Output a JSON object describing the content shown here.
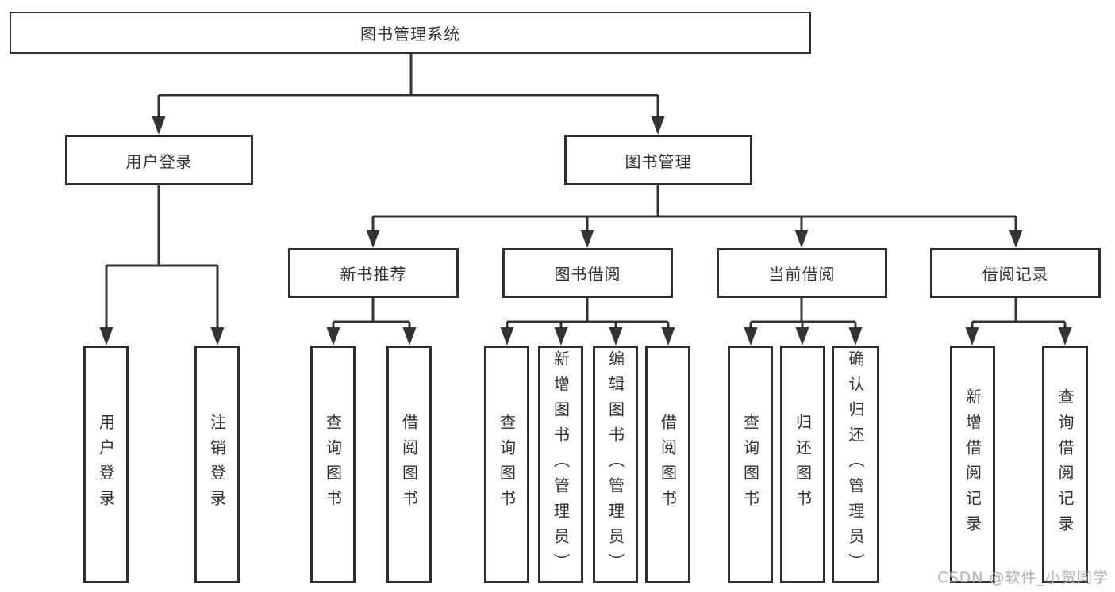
{
  "diagram": {
    "root": {
      "label": "图书管理系统"
    },
    "level2": [
      {
        "label": "用户登录",
        "children": [
          {
            "label": "用户登录"
          },
          {
            "label": "注销登录"
          }
        ]
      },
      {
        "label": "图书管理",
        "sections": [
          {
            "label": "新书推荐",
            "children": [
              {
                "label": "查询图书"
              },
              {
                "label": "借阅图书"
              }
            ]
          },
          {
            "label": "图书借阅",
            "children": [
              {
                "label": "查询图书"
              },
              {
                "label": "新增图书（管理员）"
              },
              {
                "label": "编辑图书（管理员）"
              },
              {
                "label": "借阅图书"
              }
            ]
          },
          {
            "label": "当前借阅",
            "children": [
              {
                "label": "查询图书"
              },
              {
                "label": "归还图书"
              },
              {
                "label": "确认归还（管理员）"
              }
            ]
          },
          {
            "label": "借阅记录",
            "children": [
              {
                "label": "新增借阅记录"
              },
              {
                "label": "查询借阅记录"
              }
            ]
          }
        ]
      }
    ]
  },
  "watermark": {
    "text": "CSDN @软件_小贺同学"
  },
  "colors": {
    "line": "#333333",
    "box_border": "#2f2f2f",
    "text": "#2f2f2f",
    "background": "#ffffff",
    "watermark": "#b2b6bb"
  }
}
